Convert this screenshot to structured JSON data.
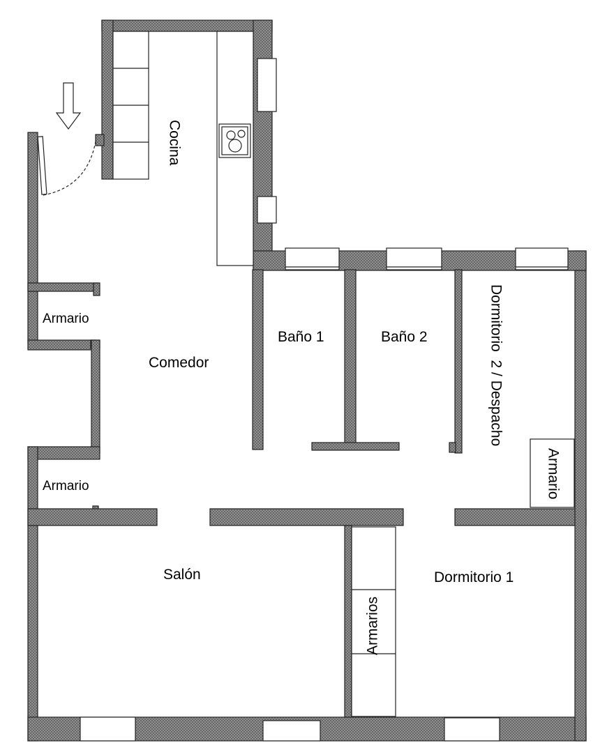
{
  "rooms": {
    "cocina": "Cocina",
    "comedor": "Comedor",
    "armario_1": "Armario",
    "armario_2": "Armario",
    "bano_1": "Baño 1",
    "bano_2": "Baño 2",
    "dormitorio_2": "Dormitorio  2 / Despacho",
    "armario_3": "Armario",
    "salon": "Salón",
    "armarios": "Armarios",
    "dormitorio_1": "Dormitorio 1"
  },
  "icons": {
    "entrance": "arrow-down-icon",
    "cooktop": "cooktop-icon"
  },
  "colors": {
    "wall": "#9a9a9a",
    "line": "#222222"
  }
}
